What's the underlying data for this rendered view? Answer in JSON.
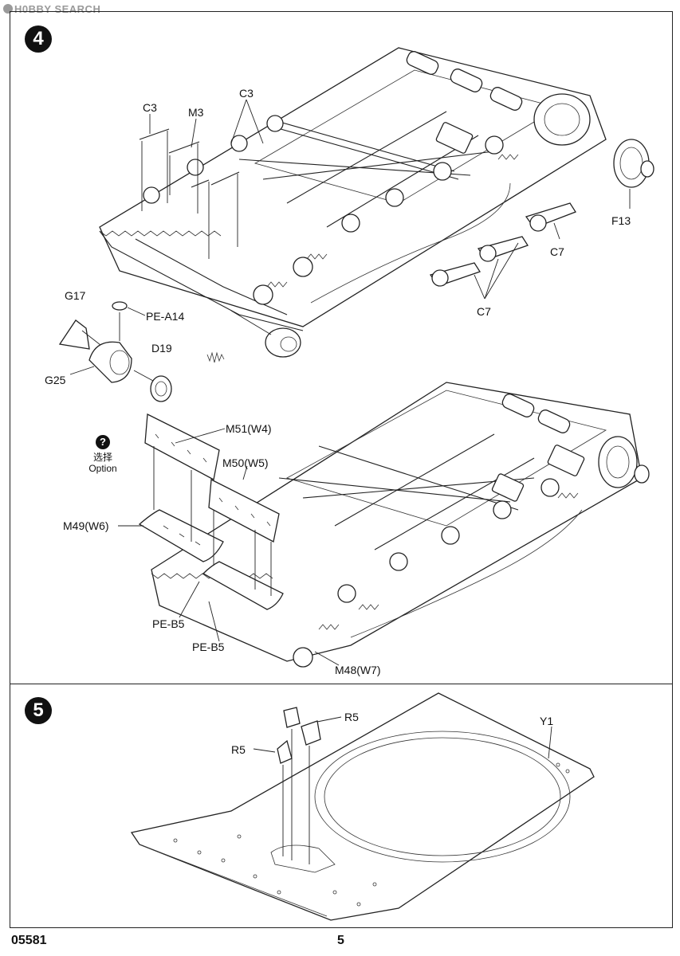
{
  "watermark": "H0BBY SEARCH",
  "steps": [
    {
      "number": "4",
      "labels": {
        "c3_left": "C3",
        "m3": "M3",
        "c3_right": "C3",
        "f13": "F13",
        "c7_upper": "C7",
        "c7_lower": "C7",
        "g17": "G17",
        "pe_a14": "PE-A14",
        "d19": "D19",
        "g25": "G25",
        "m51": "M51(W4)",
        "m50": "M50(W5)",
        "m49": "M49(W6)",
        "pe_b5_a": "PE-B5",
        "pe_b5_b": "PE-B5",
        "m48": "M48(W7)"
      },
      "option": {
        "icon": "question-icon",
        "symbol": "?",
        "label_cn": "选择",
        "label_en": "Option"
      }
    },
    {
      "number": "5",
      "labels": {
        "r5_right": "R5",
        "r5_left": "R5",
        "y1": "Y1"
      }
    }
  ],
  "footer": {
    "code": "05581",
    "page": "5"
  }
}
